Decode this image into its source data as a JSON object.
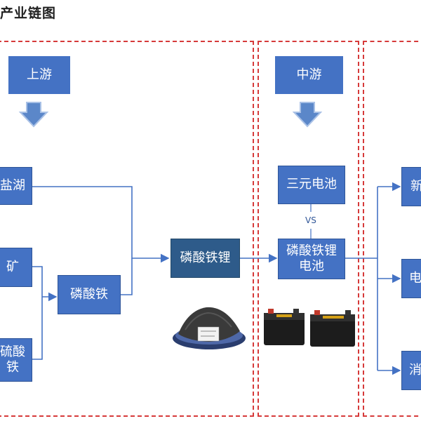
{
  "title": "产业链图",
  "stages": {
    "upstream": "上游",
    "midstream": "中游"
  },
  "upstream": {
    "salt_lake": "盐湖",
    "mine": "矿",
    "ferrous_sulfate": "硫酸\n铁",
    "iron_phosphate": "磷酸铁",
    "lfp": "磷酸铁锂"
  },
  "midstream": {
    "ternary": "三元电池",
    "vs": "VS",
    "lfp_battery": "磷酸铁锂\n电池"
  },
  "downstream": {
    "item1": "新",
    "item2": "电",
    "item3": "消"
  },
  "colors": {
    "box": "#4472c4",
    "box_dark": "#2e5b8a",
    "line": "#4472c4",
    "region_border": "#d63a3a"
  },
  "icons": [
    "down-arrow-icon",
    "lfp-powder-image",
    "battery-pack-image"
  ]
}
